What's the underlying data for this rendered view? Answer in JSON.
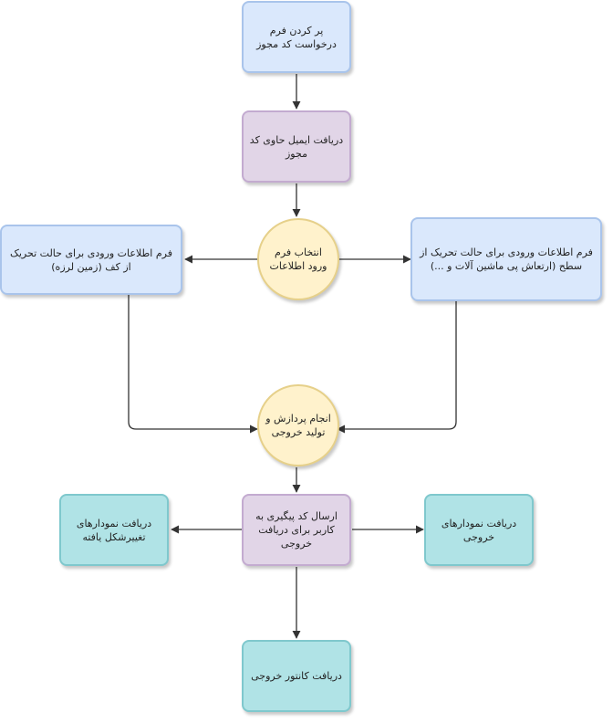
{
  "nodes": {
    "fill_request": "پر کردن فرم درخواست کد مجوز",
    "receive_email": "دریافت ایمیل حاوی کد مجوز",
    "select_form": "انتخاب فرم ورود اطلاعات",
    "floor_form": "فرم اطلاعات ورودی برای حالت تحریک از کف (زمین لرزه)",
    "surface_form": "فرم اطلاعات ورودی برای حالت تحریک از سطح (ارتعاش پی ماشین آلات و ...)",
    "processing": "انجام پردازش و تولید خروجی",
    "send_code": "ارسال کد پیگیری به کاربر برای دریافت خروجی",
    "deformed_charts": "دریافت نمودارهای تغییرشکل یافته",
    "output_charts": "دریافت نمودارهای خروجی",
    "contour_output": "دریافت کانتور خروجی"
  },
  "colors": {
    "blue_fill": "#dae8fc",
    "purple_fill": "#e1d5e7",
    "teal_fill": "#b0e3e6",
    "yellow_fill": "#fff2cc"
  }
}
